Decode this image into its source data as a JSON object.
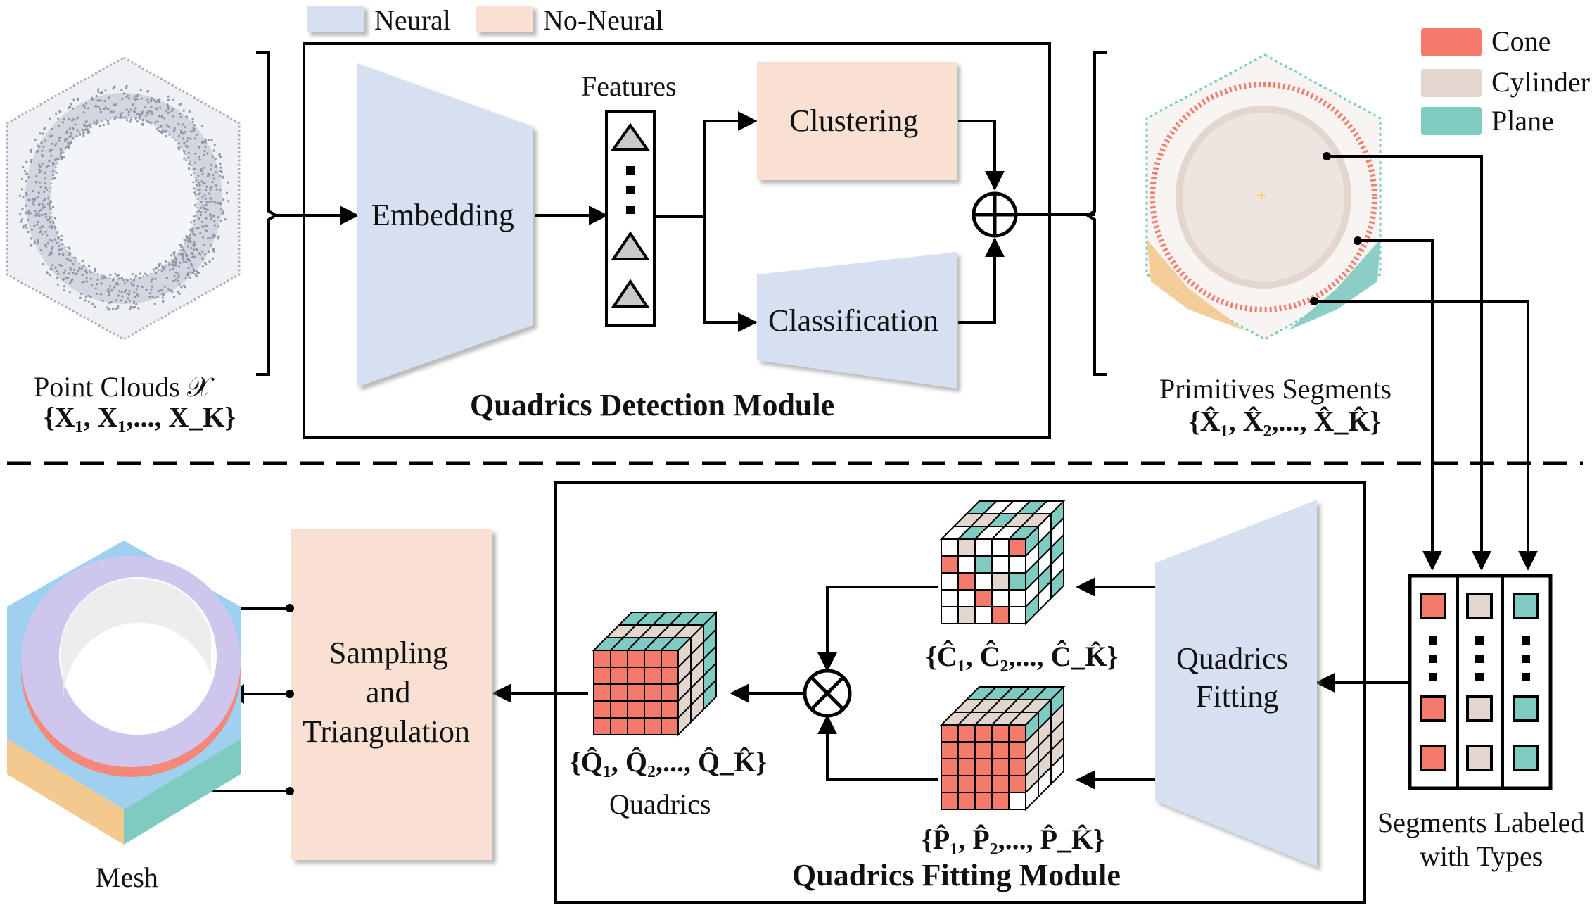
{
  "legend": {
    "neural_label": "Neural",
    "non_neural_label": "No-Neural",
    "neural_color": "#d6e0f0",
    "non_neural_color": "#f8e1d3"
  },
  "type_legend": {
    "items": [
      {
        "label": "Cone",
        "color": "#f47a6b"
      },
      {
        "label": "Cylinder",
        "color": "#e3d6cf"
      },
      {
        "label": "Plane",
        "color": "#7fcac1"
      }
    ]
  },
  "top": {
    "input_label": "Point Clouds 𝒳",
    "input_set": "{X₁, X₁,..., X_K}",
    "features_label": "Features",
    "embedding_label": "Embedding",
    "clustering_label": "Clustering",
    "classification_label": "Classification",
    "module_title": "Quadrics Detection Module",
    "output_label": "Primitives Segments",
    "output_set": "{X̂₁, X̂₂,..., X̂_K̂}"
  },
  "bottom": {
    "mesh_label": "Mesh",
    "sampling_line1": "Sampling",
    "sampling_line2": "and",
    "sampling_line3": "Triangulation",
    "quadrics_set": "{Q̂₁, Q̂₂,..., Q̂_K̂}",
    "quadrics_label": "Quadrics",
    "c_set": "{Ĉ₁, Ĉ₂,..., Ĉ_K̂}",
    "p_set": "{P̂₁, P̂₂,..., P̂_K̂}",
    "fitting_line1": "Quadrics",
    "fitting_line2": "Fitting",
    "module_title": "Quadrics Fitting Module",
    "segments_line1": "Segments Labeled",
    "segments_line2": "with Types"
  }
}
